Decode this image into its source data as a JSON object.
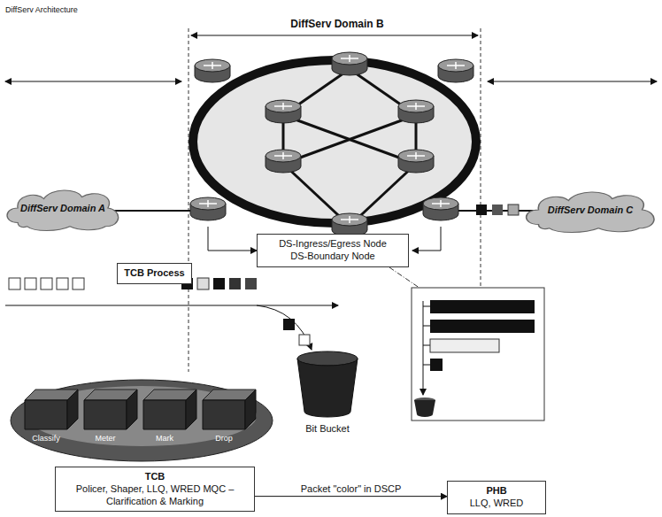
{
  "diagram": {
    "title": "DiffServ Architecture",
    "nodes": [
      {
        "text": [
          "DiffServ Domain A"
        ]
      },
      {
        "text": [
          "DiffServ Domain C"
        ]
      },
      {
        "text": [
          "DS-Ingress/Egress Node",
          "DS-Boundary Node"
        ]
      },
      {
        "text": [
          "TCB Process"
        ]
      },
      {
        "text": [
          "TCB",
          "Policer, Shaper, LLQ, WRED MQC – Clarification & Marking"
        ]
      },
      {
        "text": [
          "PHB",
          "LLQ, WRED"
        ]
      }
    ],
    "edges": [
      {
        "from": 4,
        "to": 5,
        "arrow": "to",
        "label": "Packet \"color\" in DSCP"
      }
    ],
    "labels": [
      "DiffServ Domain B",
      "Bit Bucket",
      "Classify",
      "Meter",
      "Mark",
      "Drop"
    ]
  }
}
